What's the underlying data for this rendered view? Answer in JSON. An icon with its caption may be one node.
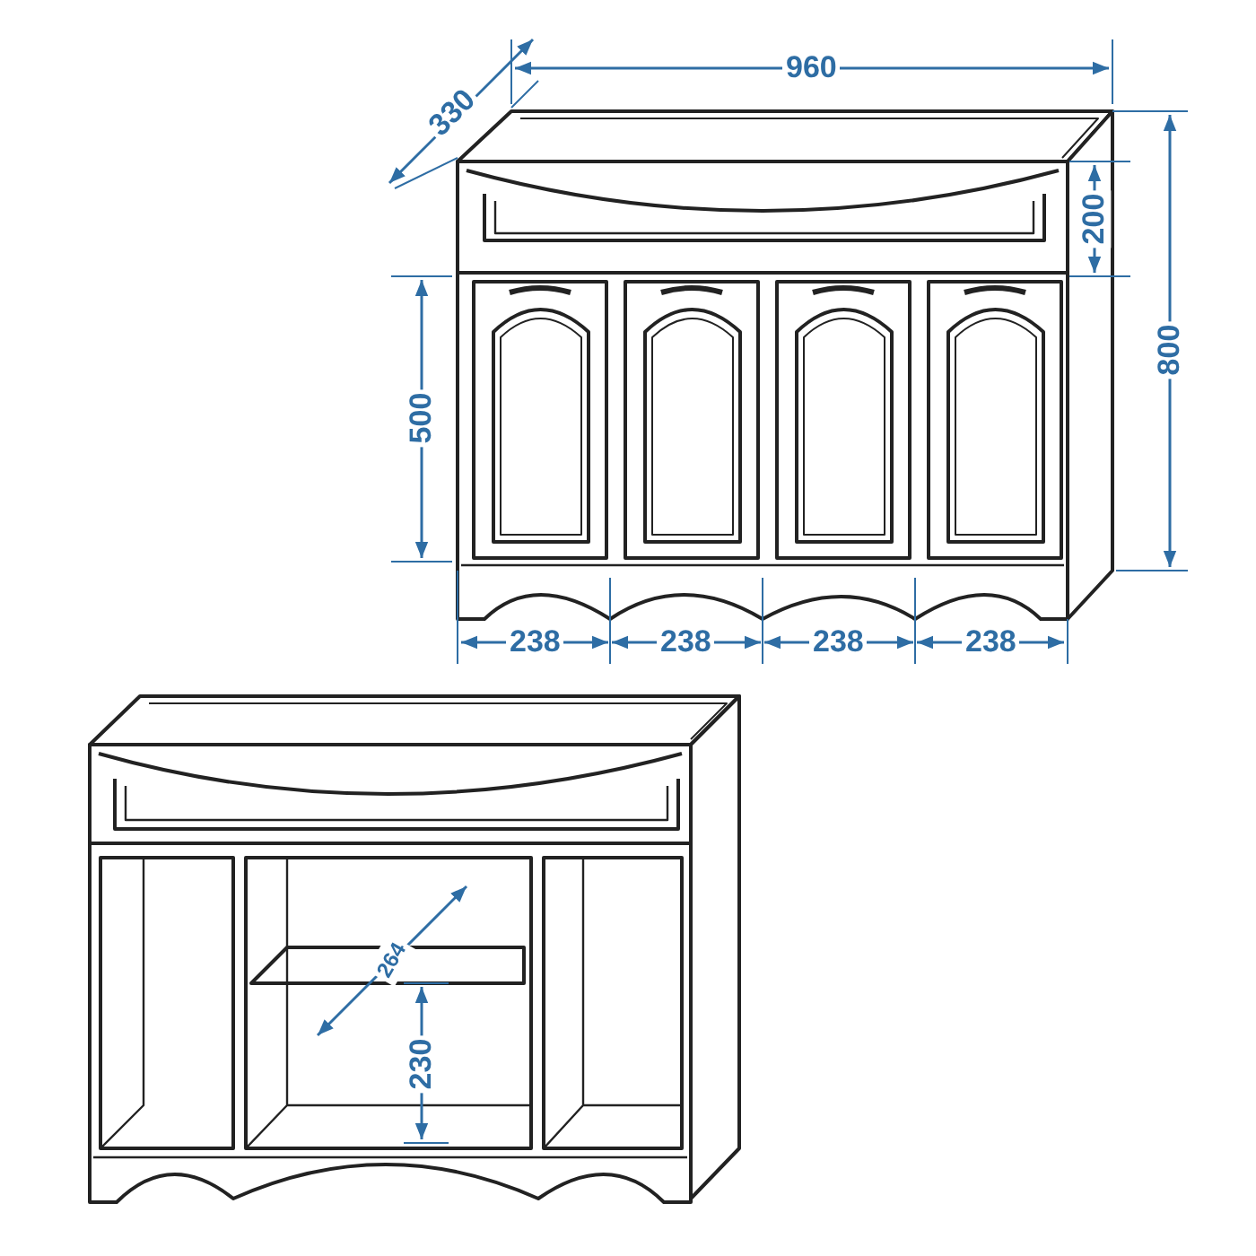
{
  "diagram": {
    "labels": [
      "960",
      "330",
      "200",
      "800",
      "500",
      "238",
      "238",
      "238",
      "238",
      "264",
      "230"
    ]
  }
}
